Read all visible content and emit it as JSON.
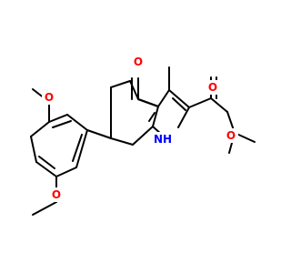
{
  "molecule": {
    "atoms": {
      "o_ketone": {
        "text": "O",
        "color": "#ff0000"
      },
      "o_carbonyl": {
        "text": "O",
        "color": "#ff0000"
      },
      "o_ester": {
        "text": "O",
        "color": "#ff0000"
      },
      "o_methoxy_top": {
        "text": "O",
        "color": "#ff0000"
      },
      "o_methoxy_bottom": {
        "text": "O",
        "color": "#ff0000"
      },
      "nh": {
        "text": "NH",
        "color": "#0000ff"
      }
    },
    "bond_color": "#000000"
  }
}
